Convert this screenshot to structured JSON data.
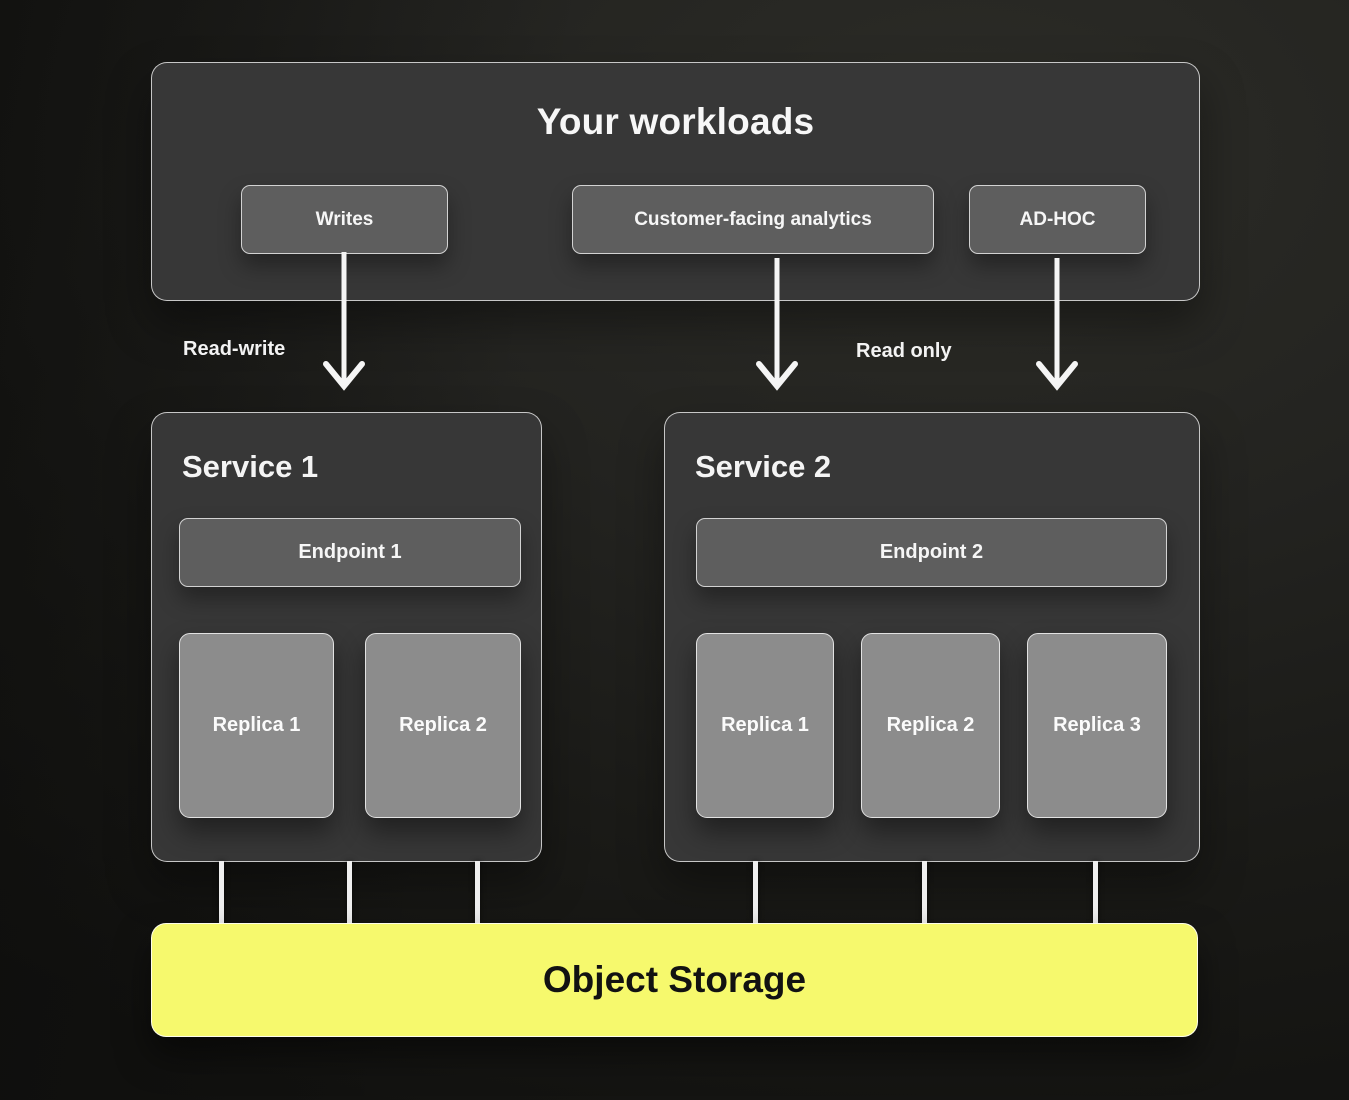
{
  "diagram": {
    "workloads": {
      "title": "Your workloads",
      "chips": [
        {
          "label": "Writes"
        },
        {
          "label": "Customer-facing analytics"
        },
        {
          "label": "AD-HOC"
        }
      ]
    },
    "edges": {
      "read_write": "Read-write",
      "read_only": "Read only"
    },
    "services": [
      {
        "title": "Service 1",
        "endpoint": "Endpoint 1",
        "replicas": [
          "Replica 1",
          "Replica 2"
        ]
      },
      {
        "title": "Service 2",
        "endpoint": "Endpoint 2",
        "replicas": [
          "Replica 1",
          "Replica 2",
          "Replica 3"
        ]
      }
    ],
    "storage": {
      "label": "Object Storage"
    },
    "colors": {
      "panel-bg": "#373737",
      "chip-bg": "#5e5e5e",
      "replica-bg": "#8c8c8c",
      "storage-bg": "#f6f96d",
      "line": "#efefef",
      "text-light": "#f5f5f5",
      "text-dark": "#121212"
    }
  }
}
